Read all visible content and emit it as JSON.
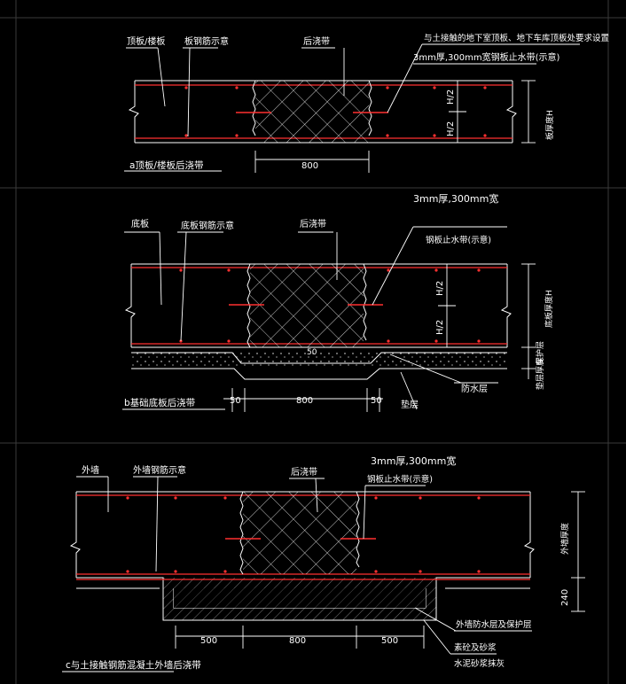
{
  "colors": {
    "background": "#000000",
    "grid": "#3a3a3a",
    "outline": "#ffffff",
    "rebar": "#ff3030",
    "leader": "#ffffff",
    "dimension": "#ffffff",
    "hatch": "#ffffff",
    "waterstop": "#ff3030"
  },
  "section_a": {
    "title": "a顶板/楼板后浇带",
    "labels": {
      "slab": "顶板/楼板",
      "rebar": "板钢筋示意",
      "post_pour_strip": "后浇带",
      "note_top": "与土接触的地下室顶板、地下车库顶板处要求设置",
      "waterstop_note": "3mm厚,300mm宽钢板止水带(示意)",
      "thickness": "板厚度H",
      "half_top": "H/2",
      "half_bottom": "H/2"
    },
    "dims": {
      "strip_width": "800"
    }
  },
  "section_b": {
    "title": "b基础底板后浇带",
    "labels": {
      "bottom_slab": "底板",
      "rebar": "底板钢筋示意",
      "post_pour_strip": "后浇带",
      "waterstop_spec": "3mm厚,300mm宽",
      "waterstop": "钢板止水带(示意)",
      "thickness": "底板厚度H",
      "half_top": "H/2",
      "half_bottom": "H/2",
      "protective": "保护层",
      "cushion": "垫层",
      "waterproof": "防水层",
      "cushion_thk": "垫层厚度",
      "below_label": "垫层"
    },
    "dims": {
      "left": "50",
      "middle": "800",
      "right": "50",
      "step_left": "50",
      "step_right": "50"
    }
  },
  "section_c": {
    "title": "c与土接触钢筋混凝土外墙后浇带",
    "labels": {
      "wall": "外墙",
      "rebar": "外墙钢筋示意",
      "post_pour_strip": "后浇带",
      "waterstop_spec": "3mm厚,300mm宽",
      "waterstop": "钢板止水带(示意)",
      "thickness": "外墙厚度",
      "depth": "240",
      "protect1": "外墙防水层及保护层",
      "protect2": "素砼及砂浆",
      "protect3": "水泥砂浆抹灰"
    },
    "dims": {
      "left": "500",
      "middle": "800",
      "right": "500"
    }
  }
}
